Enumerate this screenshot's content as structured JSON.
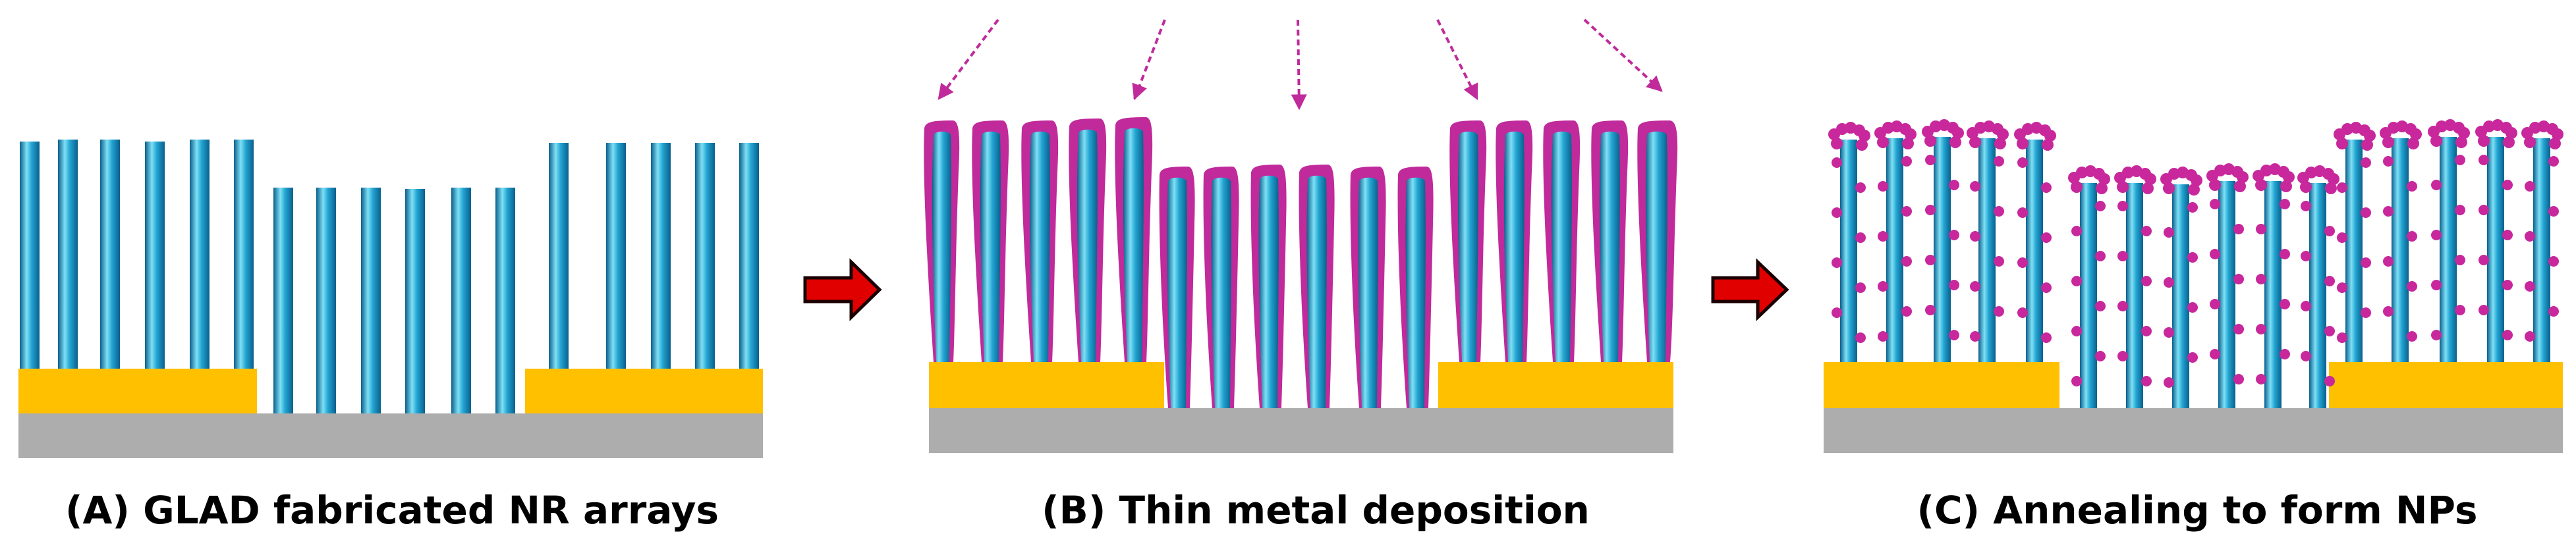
{
  "figure": {
    "panels": [
      {
        "id": "A",
        "caption": "(A) GLAD fabricated NR arrays"
      },
      {
        "id": "B",
        "caption": "(B) Thin metal deposition"
      },
      {
        "id": "C",
        "caption": "(C) Annealing to form NPs"
      }
    ],
    "colors": {
      "nanorod_light": "#7fe0f5",
      "nanorod_mid": "#22a4d2",
      "nanorod_dark": "#0a5f8c",
      "metal_film": "#c02a9a",
      "nanoparticle": "#c8289c",
      "gold_pad": "#ffc000",
      "substrate": "#adadad",
      "process_arrow": "#e00000",
      "deposition_arrow": "#c02a9a"
    },
    "icons": [
      "process-arrow-icon",
      "deposition-arrow-icon"
    ]
  }
}
